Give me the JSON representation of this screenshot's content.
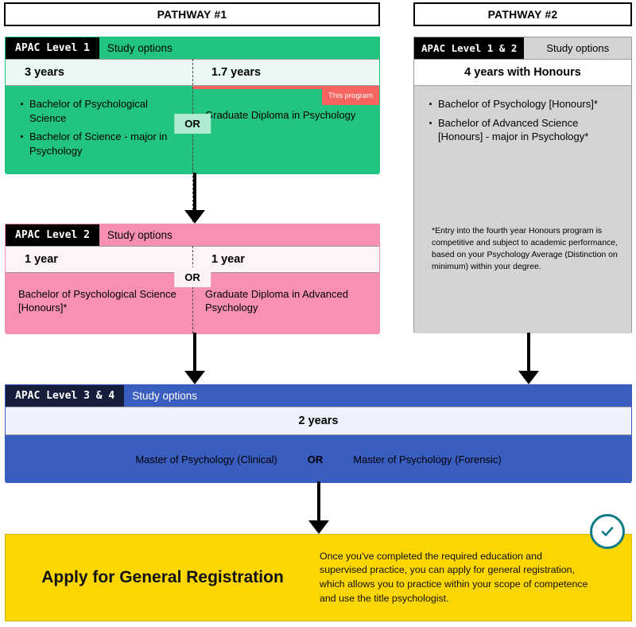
{
  "pathways": {
    "one": {
      "header": "PATHWAY #1"
    },
    "two": {
      "header": "PATHWAY #2"
    }
  },
  "colors": {
    "green": "#21c57f",
    "green_light": "#eafaf2",
    "green_chip": "#aeeacf",
    "pink": "#f790b4",
    "pink_light": "#fdf4f7",
    "blue": "#3a5dc0",
    "blue_dark": "#151d3b",
    "blue_light": "#eef1fb",
    "grey": "#d4d4d4",
    "yellow": "#fcd600",
    "coral": "#f8645f",
    "teal": "#0d7a86",
    "black": "#000000"
  },
  "level1": {
    "apac_label": "APAC Level 1",
    "study_options_label": "Study options",
    "left": {
      "duration": "3 years",
      "items": [
        "Bachelor of Psychological Science",
        "Bachelor of Science - major in Psychology"
      ]
    },
    "right": {
      "duration": "1.7 years",
      "title": "Graduate Diploma in Psychology",
      "badge": "This program"
    },
    "or_label": "OR"
  },
  "level2": {
    "apac_label": "APAC Level 2",
    "study_options_label": "Study options",
    "left": {
      "duration": "1 year",
      "title": "Bachelor of Psychological Science [Honours]*"
    },
    "right": {
      "duration": "1 year",
      "title": "Graduate Diploma in Advanced Psychology"
    },
    "or_label": "OR"
  },
  "level34": {
    "apac_label": "APAC Level 3 & 4",
    "study_options_label": "Study options",
    "duration": "2 years",
    "option_left": "Master of Psychology (Clinical)",
    "or_label": "OR",
    "option_right": "Master of Psychology (Forensic)"
  },
  "pathway2": {
    "apac_label": "APAC Level 1 & 2",
    "study_options_label": "Study options",
    "duration": "4 years with Honours",
    "items": [
      "Bachelor of Psychology [Honours]*",
      "Bachelor of Advanced Science [Honours] - major in Psychology*"
    ],
    "note": "*Entry into the fourth year Honours program is competitive and subject to academic performance, based on your Psychology Average (Distinction on minimum) within your degree."
  },
  "apply": {
    "title": "Apply for General Registration",
    "description": "Once you've completed the required education and supervised practice, you can apply for general registration, which allows you to practice within your scope of competence and use the title psychologist.",
    "badge_icon": "check-circle-icon"
  }
}
